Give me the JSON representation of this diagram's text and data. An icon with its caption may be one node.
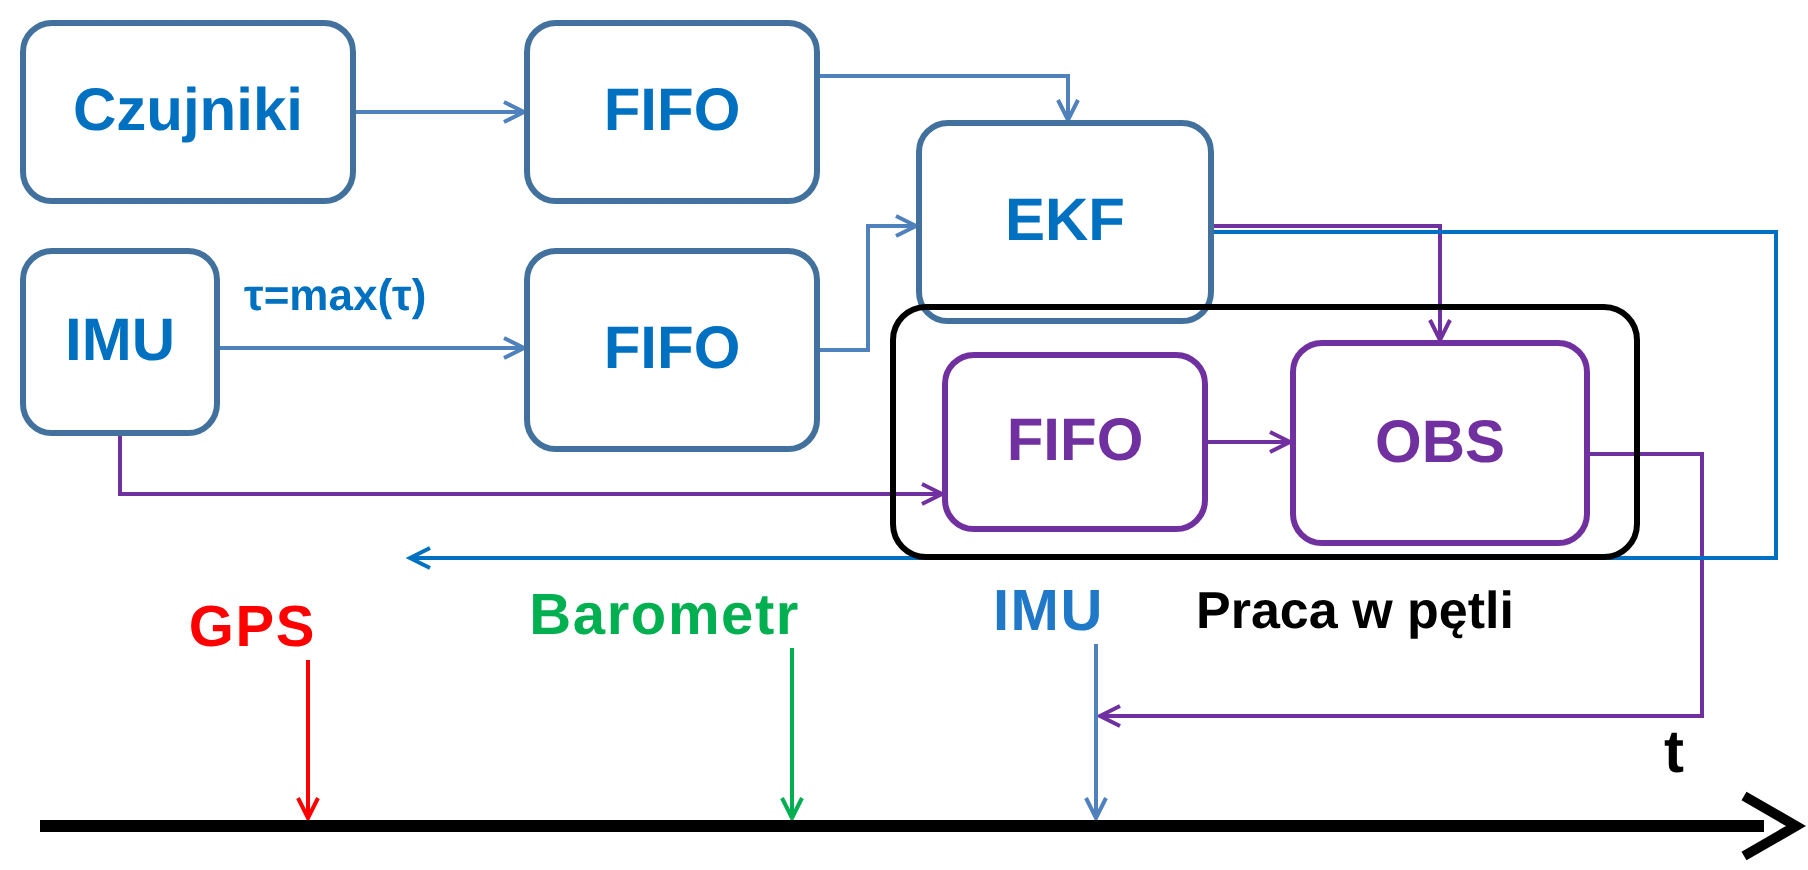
{
  "diagram": {
    "nodes": [
      {
        "text": [
          "Czujniki"
        ]
      },
      {
        "text": [
          "FIFO"
        ]
      },
      {
        "text": [
          "IMU"
        ]
      },
      {
        "text": [
          "FIFO"
        ]
      },
      {
        "text": [
          "EKF"
        ]
      },
      {
        "text": [
          "Praca w pętli"
        ]
      },
      {
        "text": [
          "FIFO"
        ],
        "in": 5
      },
      {
        "text": [
          "OBS"
        ],
        "in": 5
      },
      {
        "text": [
          "GPS"
        ]
      },
      {
        "text": [
          "Barometr"
        ]
      },
      {
        "text": [
          "IMU"
        ]
      }
    ],
    "edges": [
      {
        "from": 0,
        "to": 1,
        "arrow": "to"
      },
      {
        "from": 1,
        "to": 4,
        "arrow": "to"
      },
      {
        "from": 2,
        "to": 3,
        "arrow": "to",
        "label": "τ=max(τ)"
      },
      {
        "from": 3,
        "to": 4,
        "arrow": "to"
      },
      {
        "from": 2,
        "to": 6,
        "arrow": "to",
        "color": "#7030a0"
      },
      {
        "from": 4,
        "to": 7,
        "arrow": "to",
        "color": "#7030a0"
      },
      {
        "from": 6,
        "to": 7,
        "arrow": "to",
        "color": "#7030a0"
      },
      {
        "from": 7,
        "to": null,
        "arrow": "to",
        "color": "#7030a0"
      },
      {
        "from": 4,
        "to": null,
        "arrow": "to",
        "color": "#0070c0"
      },
      {
        "from": 8,
        "to": null,
        "arrow": "to",
        "color": "#ff0000"
      },
      {
        "from": 9,
        "to": null,
        "arrow": "to",
        "color": "#00b050"
      },
      {
        "from": 10,
        "to": null,
        "arrow": "to"
      }
    ],
    "labels": [
      "t"
    ]
  }
}
